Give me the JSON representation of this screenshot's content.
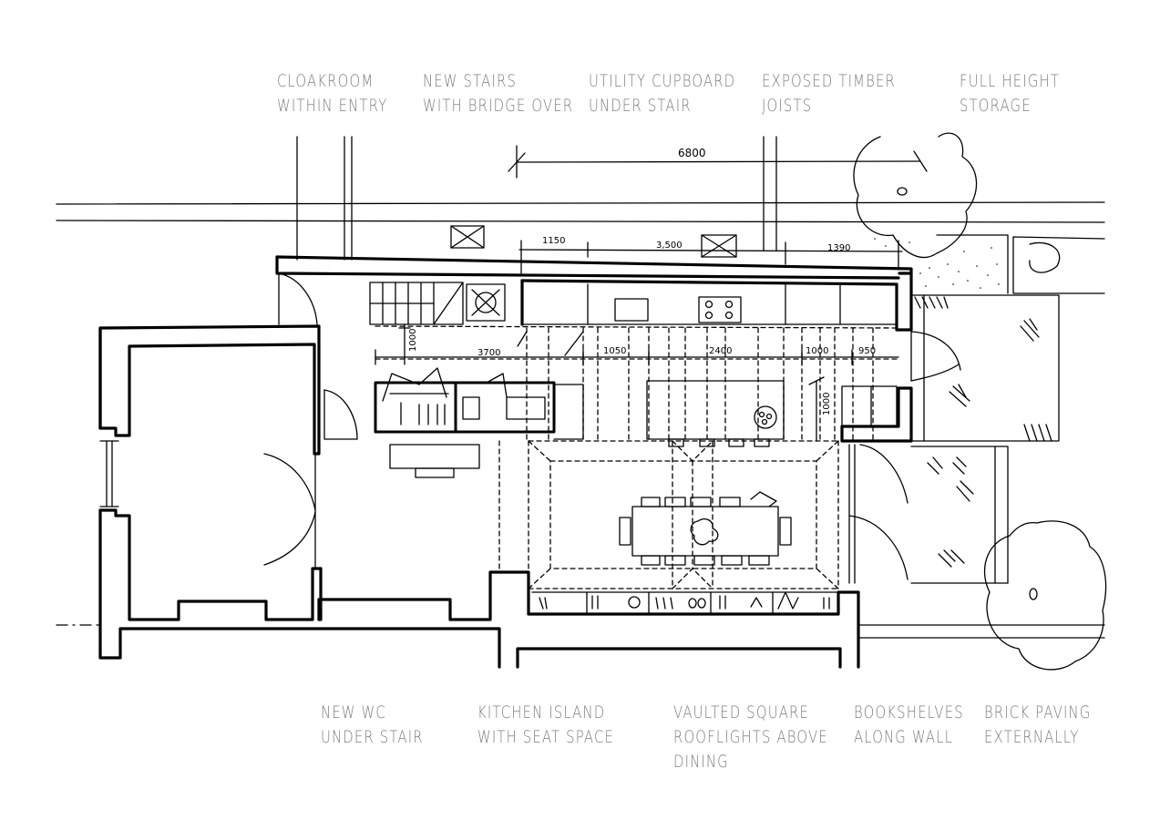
{
  "annotations": {
    "top": [
      {
        "line1": "CLOAKROOM",
        "line2": "WITHIN ENTRY"
      },
      {
        "line1": "NEW STAIRS",
        "line2": "WITH BRIDGE OVER"
      },
      {
        "line1": "UTILITY CUPBOARD",
        "line2": "UNDER STAIR"
      },
      {
        "line1": "EXPOSED TIMBER",
        "line2": "JOISTS"
      },
      {
        "line1": "FULL HEIGHT",
        "line2": "STORAGE"
      }
    ],
    "bottom": [
      {
        "line1": "NEW WC",
        "line2": "UNDER STAIR"
      },
      {
        "line1": "KITCHEN ISLAND",
        "line2": "WITH SEAT SPACE"
      },
      {
        "line1": "VAULTED SQUARE",
        "line2": "ROOFLIGHTS ABOVE",
        "line3": "DINING"
      },
      {
        "line1": "BOOKSHELVES",
        "line2": "ALONG WALL"
      },
      {
        "line1": "BRICK PAVING",
        "line2": "EXTERNALLY"
      }
    ]
  },
  "dimensions": {
    "overall": "6800",
    "d1150": "1150",
    "d3500": "3,500",
    "d1390": "1390",
    "d1000_left": "1000",
    "d3700": "3700",
    "d1050": "1050",
    "d2400": "2400",
    "d1000": "1000",
    "d950": "950",
    "d1000_v": "1000"
  },
  "colors": {
    "line": "#000000",
    "text": "#7d7d7d"
  }
}
